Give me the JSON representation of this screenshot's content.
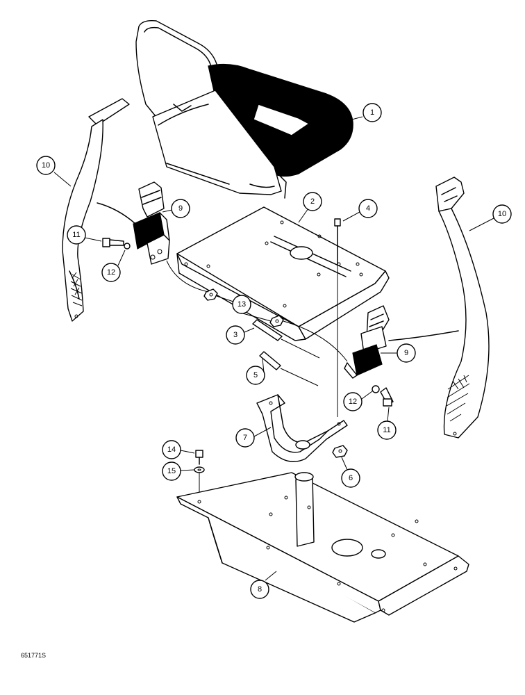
{
  "figure_code": "651771S",
  "callouts": {
    "c1": "1",
    "c2": "2",
    "c3": "3",
    "c4": "4",
    "c5": "5",
    "c6": "6",
    "c7": "7",
    "c8": "8",
    "c9a": "9",
    "c9b": "9",
    "c10a": "10",
    "c10b": "10",
    "c11a": "11",
    "c11b": "11",
    "c12a": "12",
    "c12b": "12",
    "c13": "13",
    "c14": "14",
    "c15": "15"
  }
}
